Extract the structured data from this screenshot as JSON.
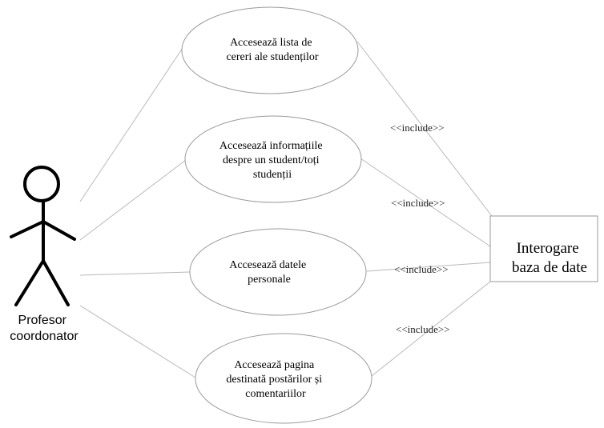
{
  "actor": {
    "label_lines": [
      "Profesor",
      "coordonator"
    ]
  },
  "use_cases": [
    {
      "lines": [
        "Accesează lista de",
        "cereri ale studenților"
      ]
    },
    {
      "lines": [
        "Accesează informațiile",
        "despre un student/toți",
        "studenții"
      ]
    },
    {
      "lines": [
        "Accesează datele",
        "personale"
      ]
    },
    {
      "lines": [
        "Accesează pagina",
        "destinată postărilor și",
        "comentariilor"
      ]
    }
  ],
  "database": {
    "lines": [
      "Interogare",
      "baza de date"
    ]
  },
  "include_labels": [
    "<<include>>",
    "<<include>>",
    "<<include>>",
    "<<include>>"
  ],
  "colors": {
    "line": "#b8b8b8",
    "shape_border": "#9a9a9a",
    "actor": "#000000"
  }
}
